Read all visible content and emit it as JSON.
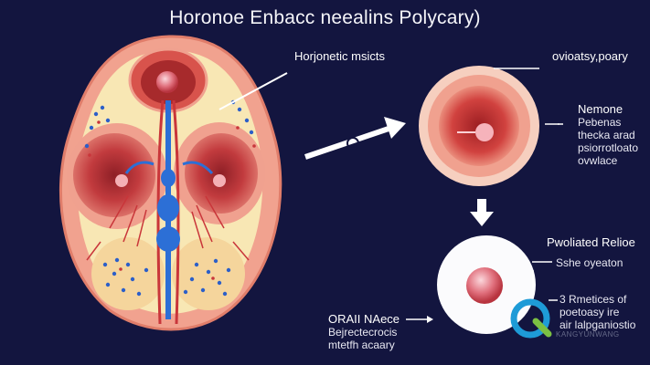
{
  "title": "Horonoe Enbacc neealins Polycary)",
  "labels": {
    "top_center": "Horjonetic msicts",
    "top_right": "ovioatsy,poary",
    "right_block_1": [
      "Nemone",
      "Pebenas",
      "thecka arad",
      "psiorrotloato",
      "ovwlace"
    ],
    "right_block_2_title": "Pwoliated Relioe",
    "right_block_2_sub": "Sshe oyeaton",
    "right_block_3": [
      "3  Rmetices of",
      "poetoasy ire",
      "air lalpganiostio"
    ],
    "bottom_left": [
      "ORAII NAece",
      "Bejrectecrocis",
      "mtetfh acaary"
    ]
  },
  "watermark": {
    "text": "KANGYUNWANG",
    "brand_color": "#1e9bd7",
    "accent_color": "#7bc043"
  },
  "colors": {
    "background": "#13153f",
    "tissue_outer": "#f1a28f",
    "tissue_inner": "#f8e7b4",
    "organ_red": "#c9363a",
    "vessel_blue": "#2c6fd6"
  }
}
